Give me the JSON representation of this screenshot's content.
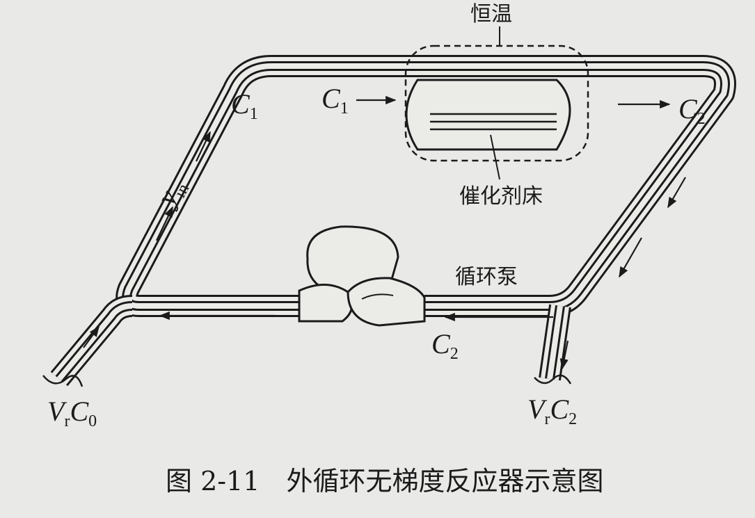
{
  "labels": {
    "thermostat": "恒温",
    "catalyst_bed": "催化剂床",
    "circulation_pump": "循环泵",
    "c1_left": {
      "main": "C",
      "sub": "1"
    },
    "c1_top": {
      "main": "C",
      "sub": "1"
    },
    "c2_right": {
      "main": "C",
      "sub": "2"
    },
    "c2_bottom": {
      "main": "C",
      "sub": "2"
    },
    "y_in": {
      "main": "y",
      "sub": "in"
    },
    "inlet": {
      "v": "V",
      "r": "r",
      "c": "C",
      "sub": "0"
    },
    "outlet": {
      "v": "V",
      "r": "r",
      "c": "C",
      "sub": "2"
    }
  },
  "caption": "图 2-11　外循环无梯度反应器示意图"
}
